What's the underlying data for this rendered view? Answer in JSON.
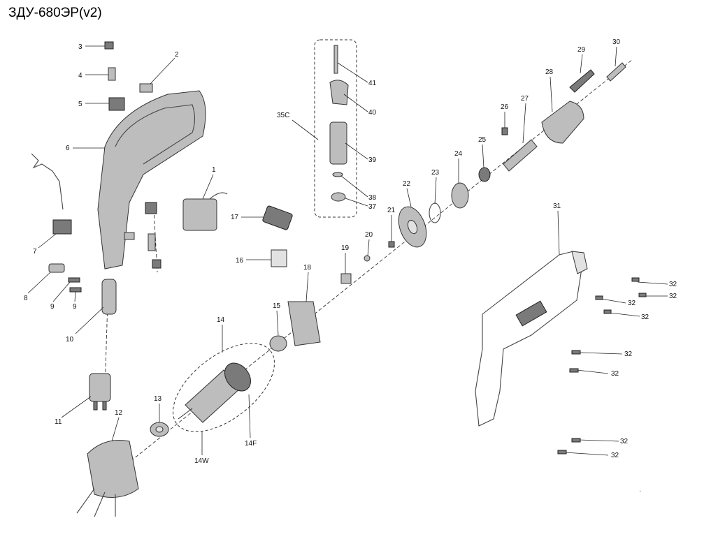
{
  "title": "ЗДУ-680ЭР(v2)",
  "callouts": {
    "c1": "1",
    "c2": "2",
    "c3": "3",
    "c4": "4",
    "c5": "5",
    "c6": "6",
    "c7": "7",
    "c8": "8",
    "c9a": "9",
    "c9b": "9",
    "c10": "10",
    "c11": "11",
    "c12": "12",
    "c13": "13",
    "c14": "14",
    "c14W": "14W",
    "c14F": "14F",
    "c15": "15",
    "c16": "16",
    "c17": "17",
    "c18": "18",
    "c19": "19",
    "c20": "20",
    "c21": "21",
    "c22": "22",
    "c23": "23",
    "c24": "24",
    "c25": "25",
    "c26": "26",
    "c27": "27",
    "c28": "28",
    "c29": "29",
    "c30": "30",
    "c31": "31",
    "c32a": "32",
    "c32b": "32",
    "c32c": "32",
    "c32d": "32",
    "c32e": "32",
    "c32f": "32",
    "c32g": "32",
    "c32h": "32",
    "c35C": "35C",
    "c37": "37",
    "c38": "38",
    "c39": "39",
    "c40": "40",
    "c41": "41"
  }
}
